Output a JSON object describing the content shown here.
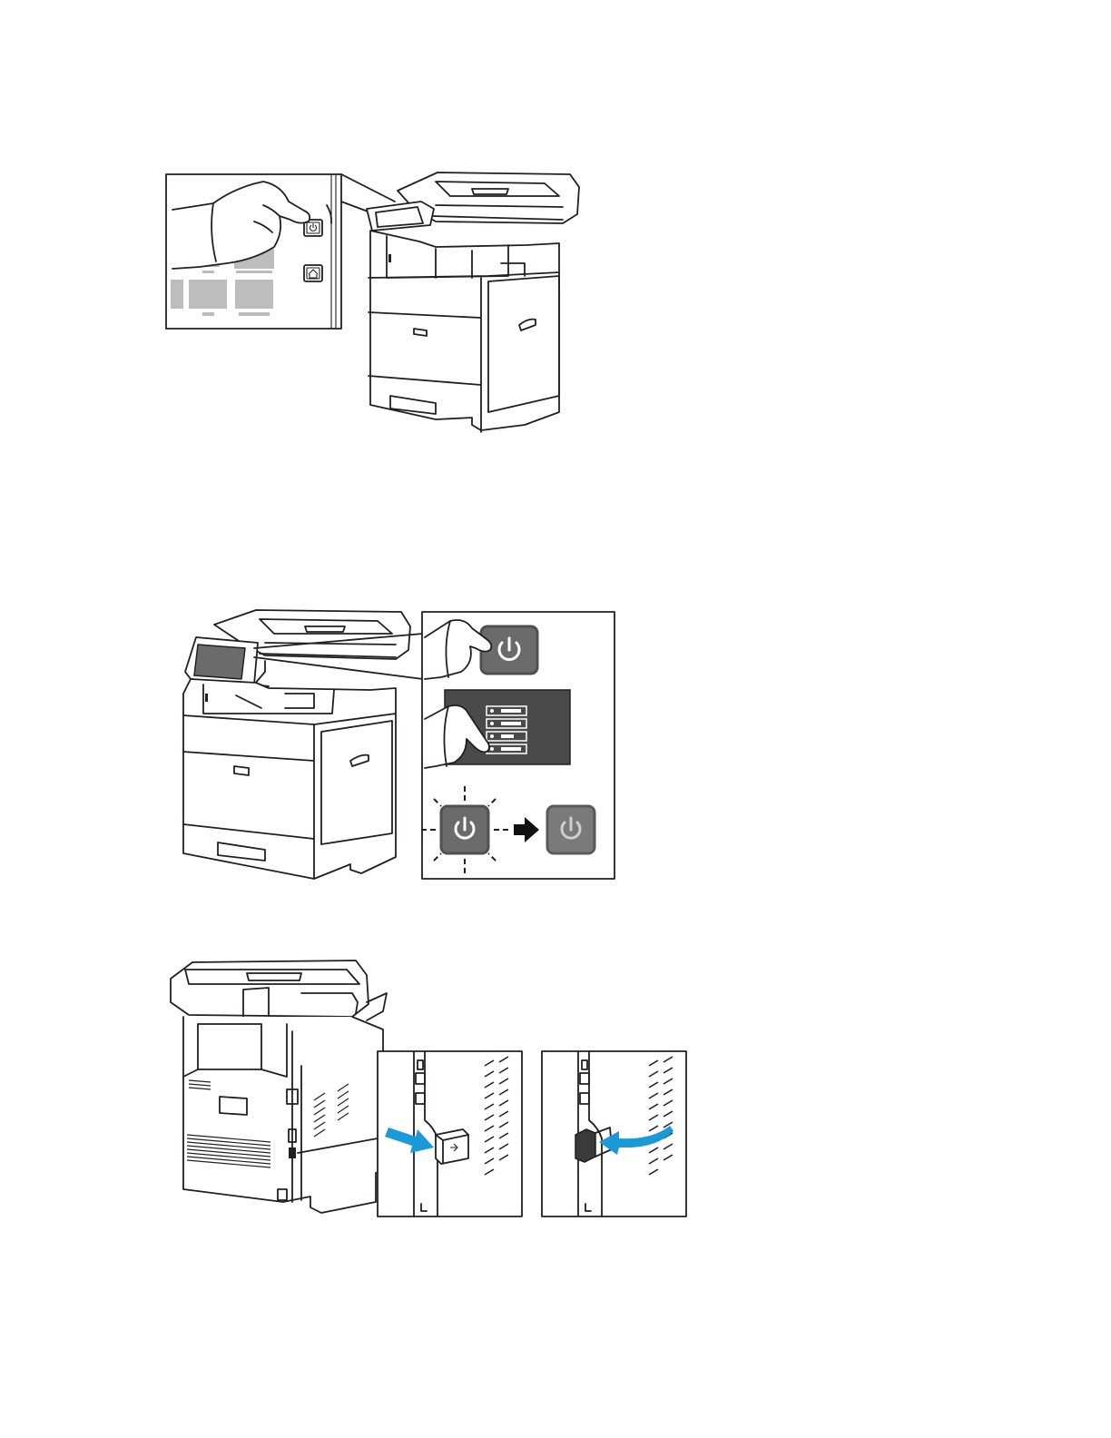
{
  "document": {
    "figures": [
      {
        "id": "press-power-button",
        "icons": [
          "hand-icon",
          "power-icon",
          "home-icon",
          "printer-front-icon"
        ]
      },
      {
        "id": "power-down-sequence",
        "icons": [
          "printer-front-icon",
          "hand-icon",
          "power-icon",
          "arrow-right-icon"
        ]
      },
      {
        "id": "rear-power-cover",
        "icons": [
          "printer-rear-icon",
          "arrow-icon",
          "curved-arrow-icon"
        ]
      }
    ],
    "colors": {
      "line": "#231f20",
      "button_fill": "#6b6b6b",
      "screen_fill": "#4a4a4a",
      "arrow_blue": "#1a9ad6"
    }
  }
}
